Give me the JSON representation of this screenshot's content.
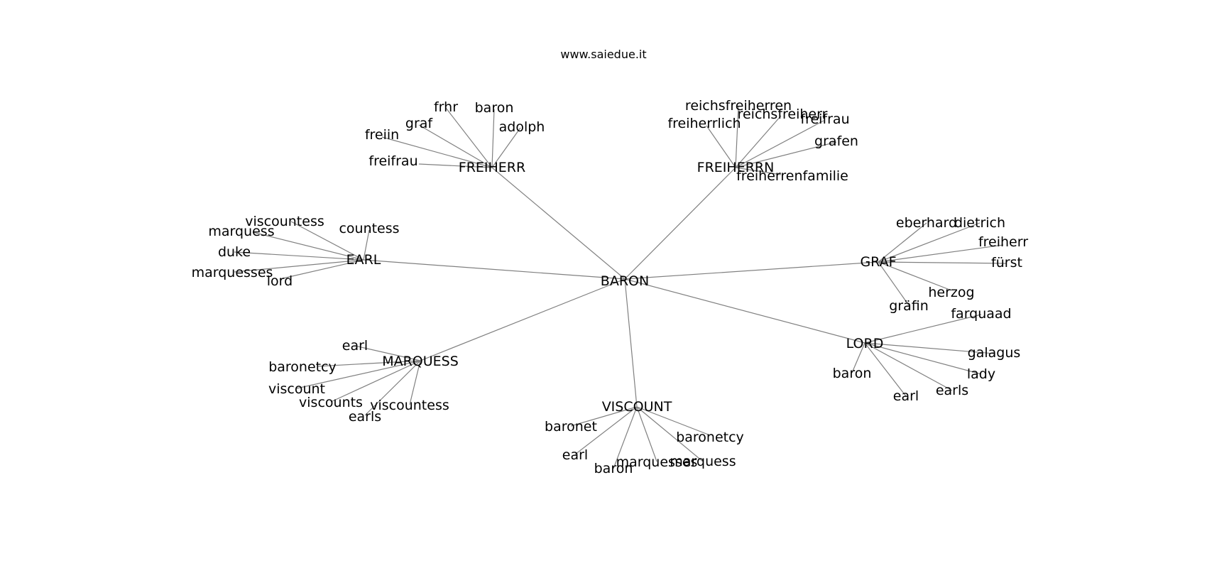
{
  "title": "www.saiedue.it",
  "graph": {
    "root": "BARON",
    "clusters": [
      {
        "hub": "FREIHERR",
        "leaves": [
          "frhr",
          "baron",
          "graf",
          "adolph",
          "freiin",
          "freifrau"
        ]
      },
      {
        "hub": "FREIHERRN",
        "leaves": [
          "reichsfreiherren",
          "reichsfreiherr",
          "freiherrlich",
          "freifrau",
          "grafen",
          "freiherrenfamilie"
        ]
      },
      {
        "hub": "EARL",
        "leaves": [
          "viscountess",
          "marquess",
          "countess",
          "duke",
          "marquesses",
          "lord"
        ]
      },
      {
        "hub": "GRAF",
        "leaves": [
          "eberhard",
          "dietrich",
          "freiherr",
          "fürst",
          "herzog",
          "gräfin"
        ]
      },
      {
        "hub": "LORD",
        "leaves": [
          "farquaad",
          "galagus",
          "lady",
          "baron",
          "earls",
          "earl"
        ]
      },
      {
        "hub": "MARQUESS",
        "leaves": [
          "earl",
          "baronetcy",
          "viscount",
          "viscounts",
          "viscountess",
          "earls"
        ]
      },
      {
        "hub": "VISCOUNT",
        "leaves": [
          "baronet",
          "baronetcy",
          "earl",
          "marquess",
          "marquesses",
          "baron"
        ]
      }
    ]
  }
}
